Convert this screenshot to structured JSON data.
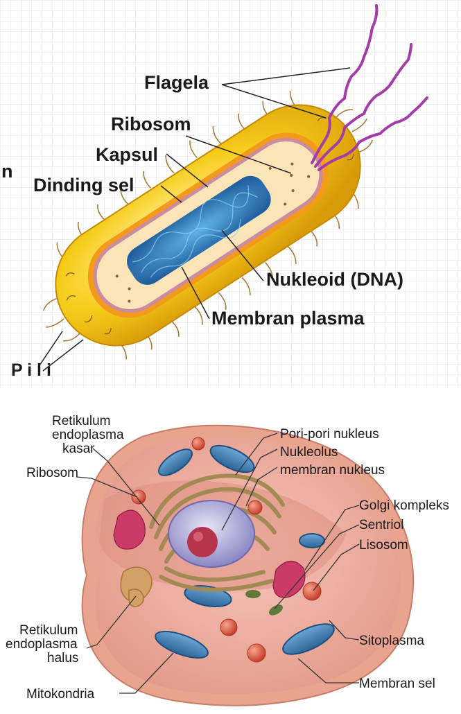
{
  "prokaryote": {
    "labels": {
      "flagela": "Flagela",
      "ribosom": "Ribosom",
      "kapsul": "Kapsul",
      "dinding_sel": "Dinding sel",
      "nukleoid": "Nukleoid (DNA)",
      "membran_plasma": "Membran plasma",
      "pili": "P i l i",
      "edge_fragment": "n"
    },
    "colors": {
      "capsule": "#f2c10e",
      "cell_wall": "#f39a1c",
      "cytoplasm": "#fbe4b8",
      "nucleoid": "#2f86c4",
      "flagella": "#a43ba8",
      "grid": "#e2e2e2"
    }
  },
  "eukaryote": {
    "labels": {
      "rer": [
        "Retikulum",
        "endoplasma",
        "kasar"
      ],
      "ribosom": "Ribosom",
      "ser": [
        "Retikulum",
        "endoplasma",
        "halus"
      ],
      "mitokondria": "Mitokondria",
      "pori_nukleus": "Pori-pori nukleus",
      "nukleolus": "Nukleolus",
      "membran_nukleus": "membran nukleus",
      "golgi": "Golgi kompleks",
      "sentriol": "Sentriol",
      "lisosom": "Lisosom",
      "sitoplasma": "Sitoplasma",
      "membran_sel": "Membran sel"
    },
    "colors": {
      "membrane": "#e8a08a",
      "cytoplasm": "#f0b3a6",
      "mitochondria": "#3f7fb4",
      "nucleus": "#b9b5d8",
      "nucleolus": "#b7354c",
      "lysosome": "#e05e4b",
      "golgi": "#c7356a",
      "rer": "#b8a57a"
    }
  }
}
